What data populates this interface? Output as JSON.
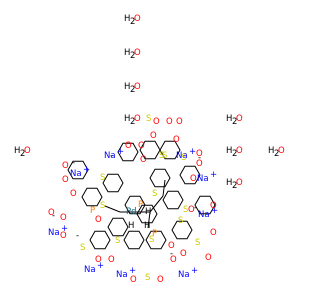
{
  "structure": {
    "water_molecules": [
      "H",
      "O",
      "H"
    ],
    "atom_labels": {
      "na": "Na",
      "na_charge": "+",
      "sulfur": "S",
      "oxygen": "O",
      "oxygen_minus": "O",
      "minus": "-",
      "phosphorus": "P",
      "palladium": "Pd",
      "hydrogen_left": "H",
      "hydrogen_right": "H",
      "pd_h": "H"
    },
    "colors": {
      "bond": "#000000",
      "h2o_oxygen": "#ff0000",
      "oxygen": "#ff0000",
      "sulfur": "#cccc00",
      "sodium": "#0000ff",
      "phosphorus": "#ff8000",
      "palladium": "#006985"
    }
  }
}
